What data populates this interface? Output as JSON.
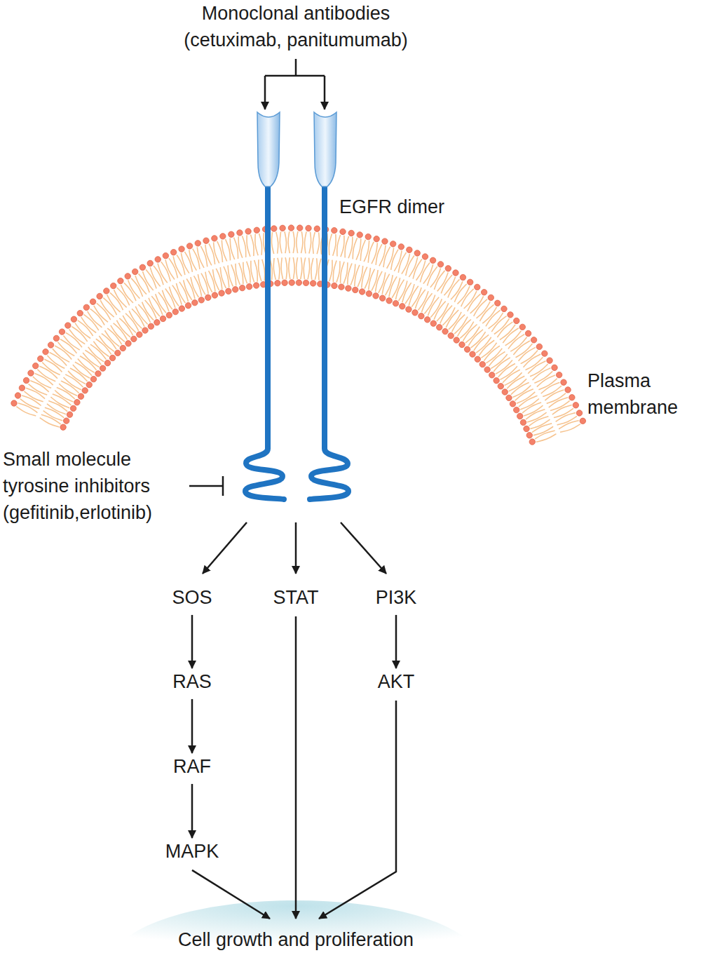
{
  "diagram": {
    "nodes": [
      {
        "text": [
          "SOS"
        ]
      },
      {
        "text": [
          "STAT"
        ]
      },
      {
        "text": [
          "PI3K"
        ]
      },
      {
        "text": [
          "RAS"
        ]
      },
      {
        "text": [
          "AKT"
        ]
      },
      {
        "text": [
          "RAF"
        ]
      },
      {
        "text": [
          "MAPK"
        ]
      },
      {
        "text": [
          "Cell growth and proliferation"
        ]
      }
    ],
    "edges": [
      {
        "from": 0,
        "to": 3,
        "arrow": "to"
      },
      {
        "from": 3,
        "to": 5,
        "arrow": "to"
      },
      {
        "from": 5,
        "to": 6,
        "arrow": "to"
      },
      {
        "from": 2,
        "to": 4,
        "arrow": "to"
      },
      {
        "from": 6,
        "to": 7,
        "arrow": "to"
      },
      {
        "from": 1,
        "to": 7,
        "arrow": "to"
      },
      {
        "from": 4,
        "to": 7,
        "arrow": "to"
      }
    ],
    "labels": [
      "Monoclonal antibodies (cetuximab, panitumumab)",
      "EGFR dimer",
      "Plasma membrane",
      "Small molecule tyrosine inhibitors (gefitinib,erlotinib)"
    ]
  }
}
